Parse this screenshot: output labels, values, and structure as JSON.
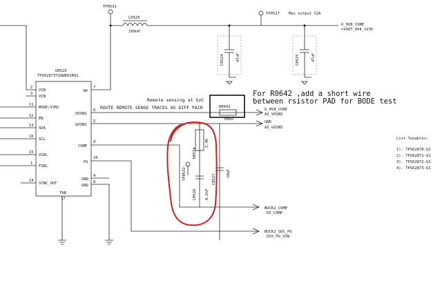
{
  "testpoints": {
    "tp0531": "TP0531",
    "tp0527": "TP0527",
    "tp0532": "TP0532"
  },
  "max_output": "Max output 12A",
  "inductor": {
    "ref": "L0520",
    "value": "100nH"
  },
  "rails": {
    "vcore": "U_0V8_CORE",
    "vout": "+VOUT_0V4_1V35"
  },
  "caps_top": [
    {
      "ref": "C0524",
      "value": "47uF"
    },
    {
      "ref": "C0525",
      "value": "47uF"
    }
  ],
  "ic": {
    "ref": "U0520",
    "part": "TPS62873Y1QWRXSRQ1",
    "pins_left": [
      {
        "num": "2",
        "name": "VIN"
      },
      {
        "num": "3",
        "name": "VIN"
      },
      {
        "num": "11",
        "name": "MODE/SYNC"
      },
      {
        "num": "12",
        "name": "EN"
      },
      {
        "num": "13",
        "name": "SDA"
      },
      {
        "num": "16",
        "name": "SCL"
      },
      {
        "num": "15",
        "name": "VSEL"
      },
      {
        "num": "1",
        "name": "FSEL"
      },
      {
        "num": "14",
        "name": "SYNC_OUT"
      }
    ],
    "pins_right": [
      {
        "num": "7",
        "name": "SW"
      },
      {
        "num": "6",
        "name": "VOSNS"
      },
      {
        "num": "5",
        "name": "GOSNS"
      },
      {
        "num": "9",
        "name": "COMP"
      },
      {
        "num": "10",
        "name": "PG"
      },
      {
        "num": "4",
        "name": "GND"
      },
      {
        "num": "8",
        "name": "GND"
      }
    ],
    "tab": "TAB",
    "tab_num": "17"
  },
  "annotations": {
    "remote_sensing": "Remote sensing at SoC",
    "route_note": "ROUTE REMOTE SENSE TRACES AS DIFF PAIR",
    "for_r0642_line1": "For R0642 ,add a short wire",
    "for_r0642_line2": "between rsistor PAD for BODE test"
  },
  "r0642": {
    "ref": "R0642",
    "value": "0402"
  },
  "nets": {
    "vcore_right": "U_0V8_CORE",
    "ai_vosns": "AI_VOSNS",
    "gnd": "GND",
    "ai_gosns": "AI_GOSNS",
    "buck2_comp": "BUCK2_COMP",
    "di_comp": "DI_COMP",
    "buck2_soc_pg": "BUCK2_SOC_PG",
    "dio_pg_vin": "DIO_PG_VIN"
  },
  "comp_parts": [
    {
      "ref": "R0524",
      "value": "2.4K"
    },
    {
      "ref": "C0526",
      "value": "8.2nF"
    },
    {
      "ref": "C0527",
      "value": "10pF"
    }
  ],
  "list_tunables": {
    "title": "List-Tunables:",
    "items": [
      "1). TPS62870-Q1",
      "2). TPS62871-Q1",
      "3). TPS62872-Q1",
      "4). TPS62873-Q1"
    ]
  }
}
